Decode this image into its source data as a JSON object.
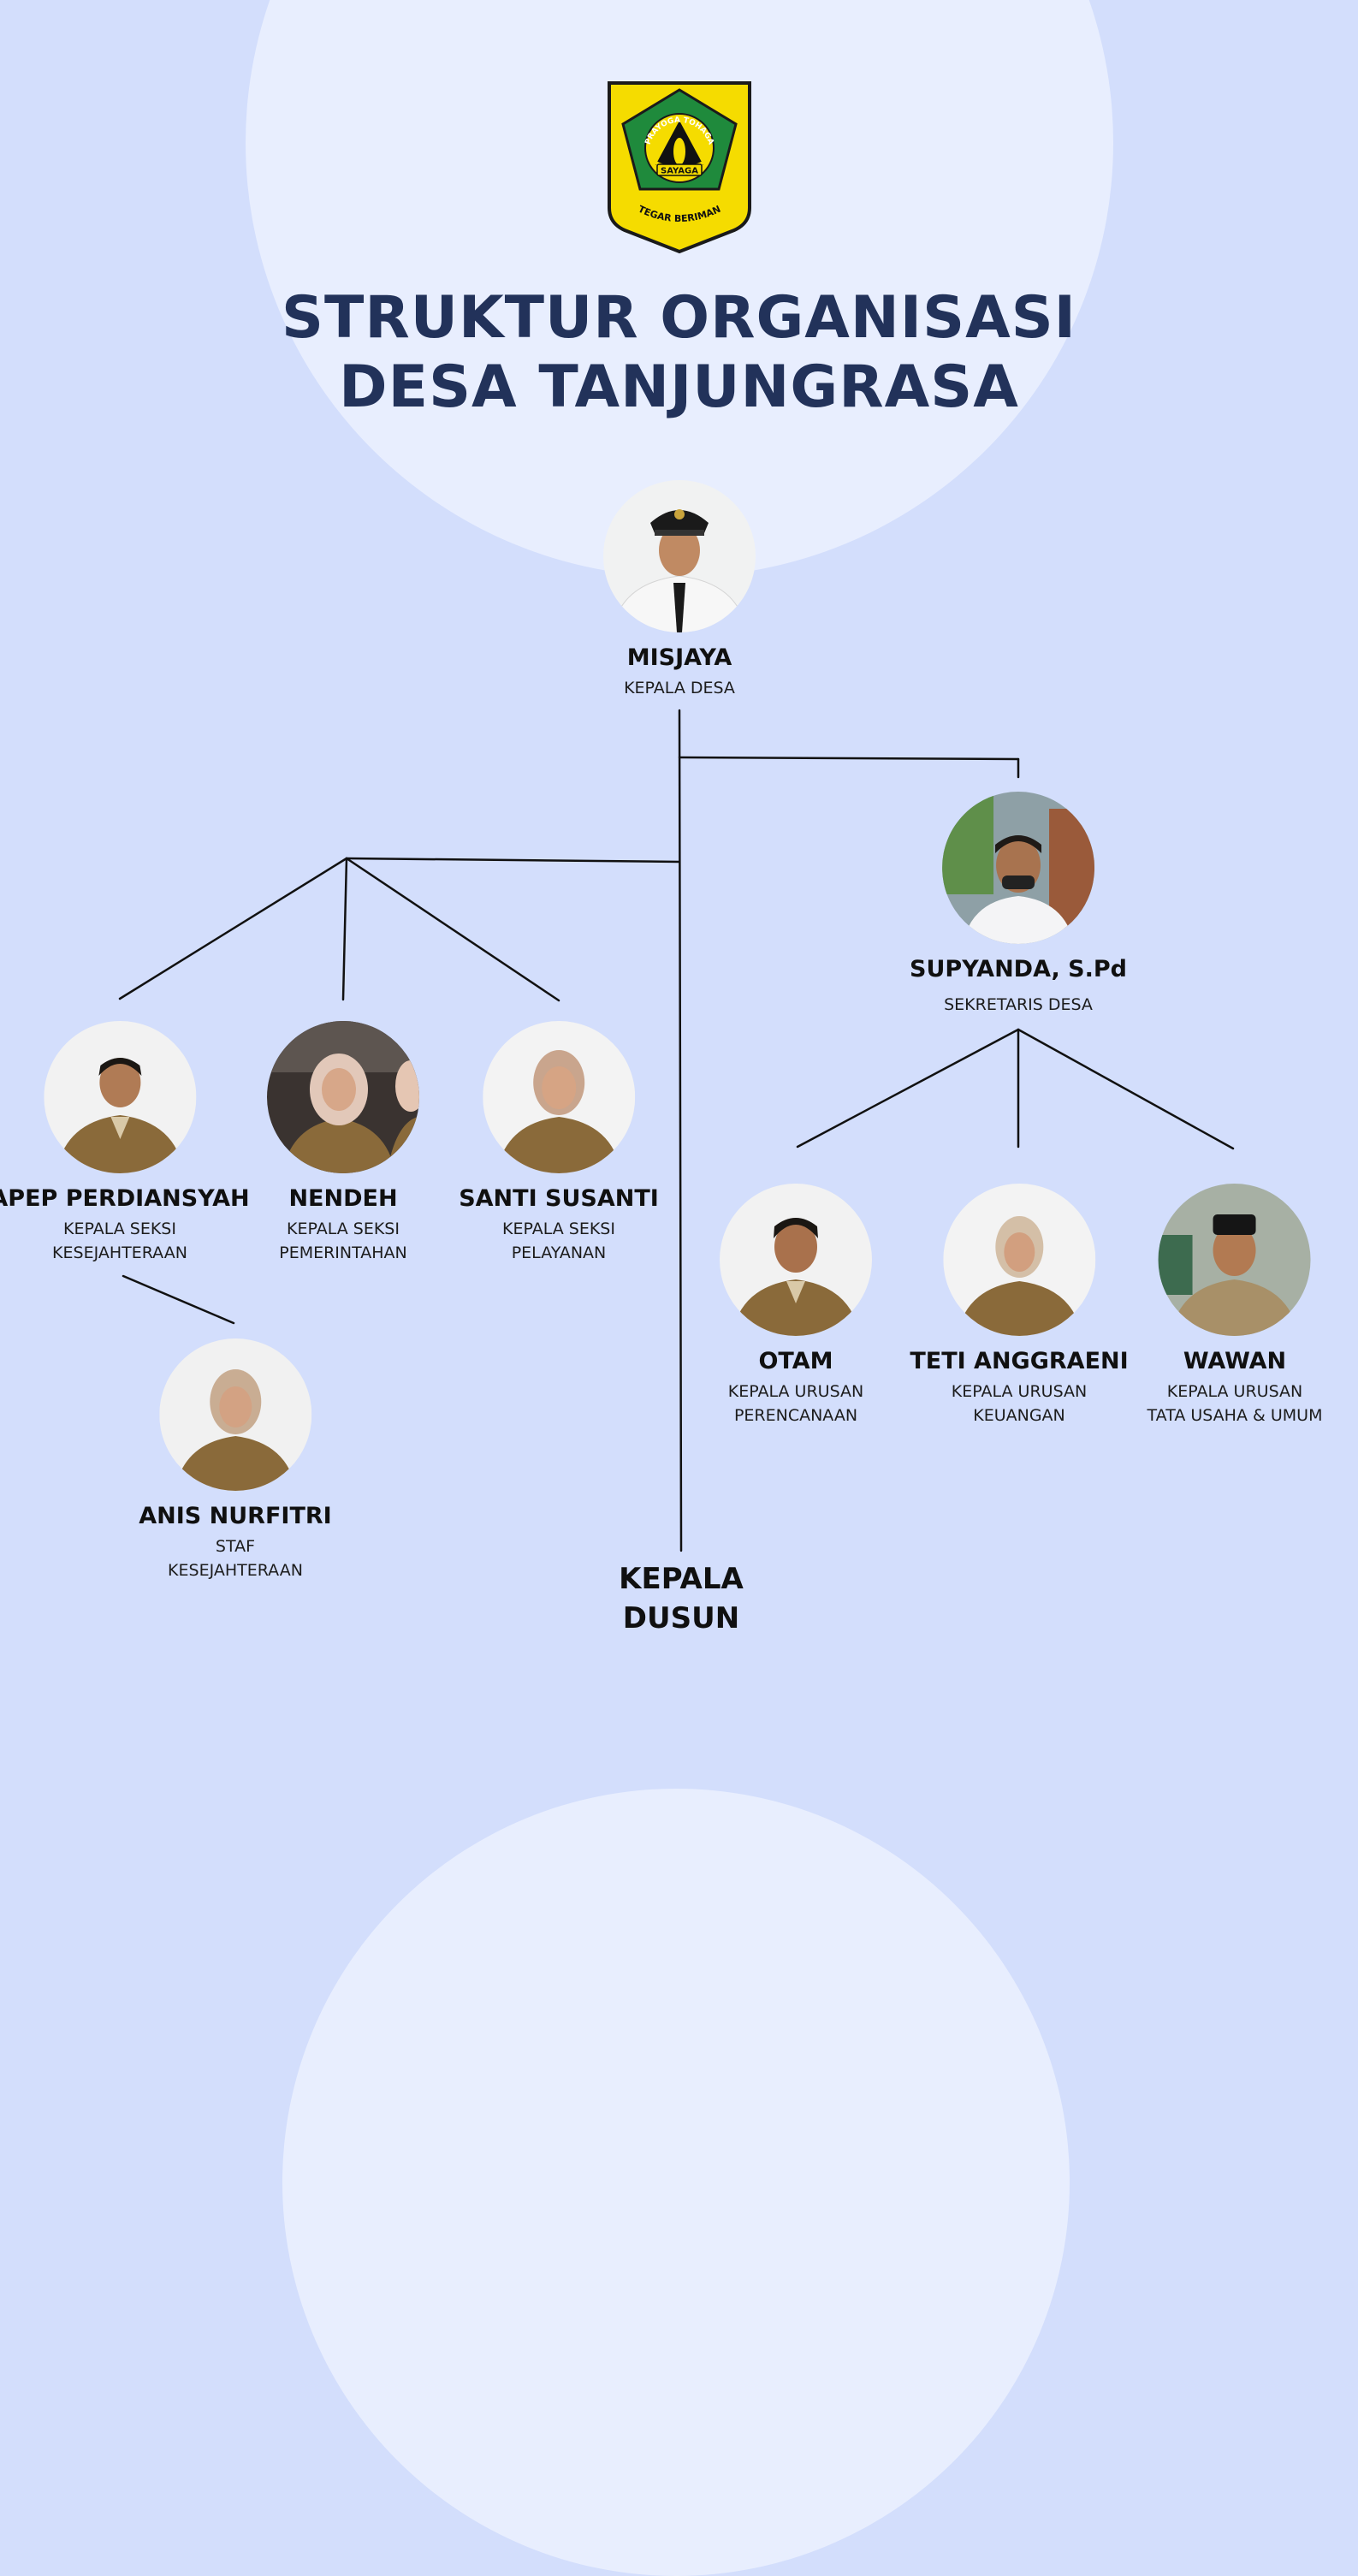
{
  "emblem": {
    "top_text": "PRAYOGA TOHAGA",
    "center_text": "SAYAGA",
    "bottom_text": "TEGAR BERIMAN"
  },
  "title": {
    "line1": "STRUKTUR ORGANISASI",
    "line2": "DESA TANJUNGRASA"
  },
  "members": {
    "kepala_desa": {
      "name": "MISJAYA",
      "role": [
        "KEPALA DESA"
      ]
    },
    "sekretaris": {
      "name": "SUPYANDA, S.Pd",
      "role": [
        "SEKRETARIS DESA"
      ]
    },
    "kasi_kesejahteraan": {
      "name": "APEP PERDIANSYAH",
      "role": [
        "KEPALA SEKSI",
        "KESEJAHTERAAN"
      ]
    },
    "kasi_pemerintahan": {
      "name": "NENDEH",
      "role": [
        "KEPALA SEKSI",
        "PEMERINTAHAN"
      ]
    },
    "kasi_pelayanan": {
      "name": "SANTI SUSANTI",
      "role": [
        "KEPALA SEKSI",
        "PELAYANAN"
      ]
    },
    "staf_kesejahteraan": {
      "name": "ANIS NURFITRI",
      "role": [
        "STAF",
        "KESEJAHTERAAN"
      ]
    },
    "kaur_perencanaan": {
      "name": "OTAM",
      "role": [
        "KEPALA URUSAN",
        "PERENCANAAN"
      ]
    },
    "kaur_keuangan": {
      "name": "TETI ANGGRAENI",
      "role": [
        "KEPALA URUSAN",
        "KEUANGAN"
      ]
    },
    "kaur_tu_umum": {
      "name": "WAWAN",
      "role": [
        "KEPALA URUSAN",
        "TATA USAHA & UMUM"
      ]
    }
  },
  "kepala_dusun": [
    "KEPALA",
    "DUSUN"
  ],
  "colors": {
    "background": "#d3defc",
    "circle": "#e8eefe",
    "title": "#22325a",
    "uniform_khaki": "#8a6a3a",
    "emblem_yellow": "#f5dc00",
    "emblem_green": "#1f8a3c"
  }
}
